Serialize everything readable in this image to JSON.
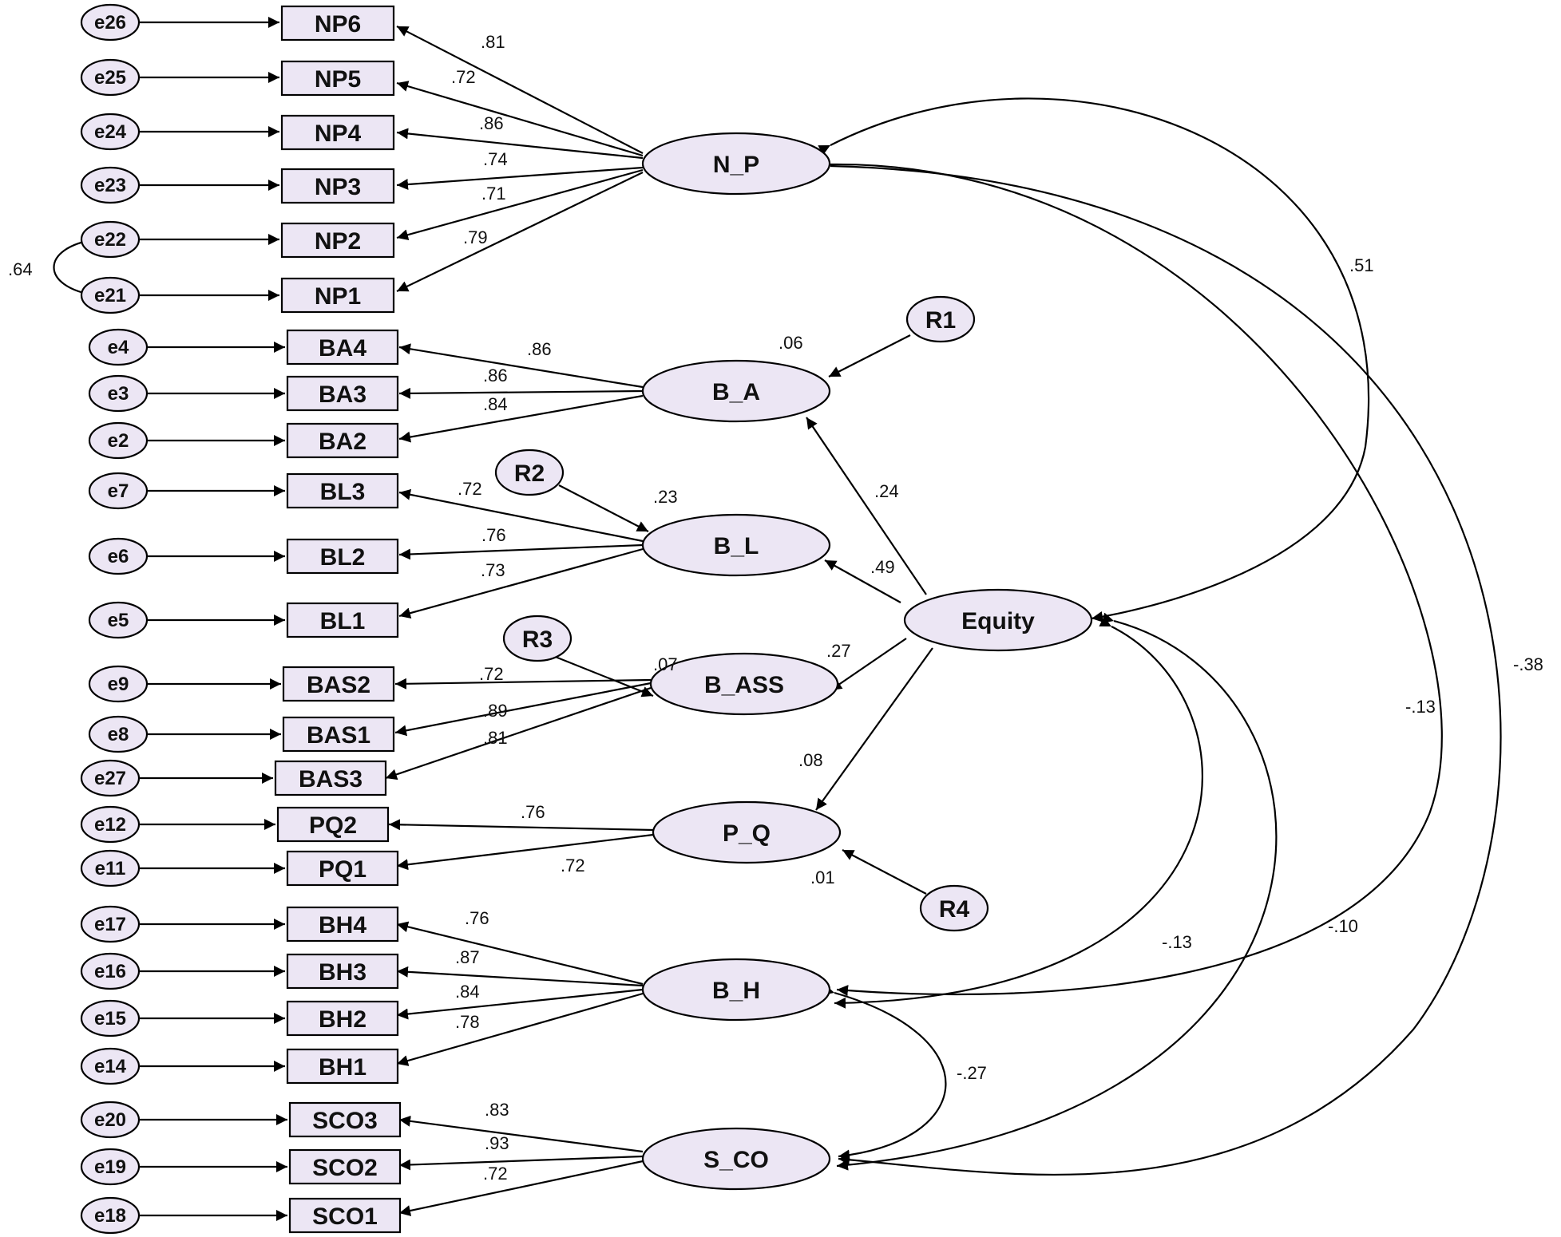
{
  "colors": {
    "node_fill": "#ece6f4",
    "stroke": "#000000",
    "background": "#ffffff"
  },
  "latents": {
    "np": "N_P",
    "ba": "B_A",
    "bl": "B_L",
    "equity": "Equity",
    "bass": "B_ASS",
    "pq": "P_Q",
    "bh": "B_H",
    "sco": "S_CO"
  },
  "residuals": {
    "r1": "R1",
    "r2": "R2",
    "r3": "R3",
    "r4": "R4"
  },
  "indicators": {
    "np6": "NP6",
    "np5": "NP5",
    "np4": "NP4",
    "np3": "NP3",
    "np2": "NP2",
    "np1": "NP1",
    "ba4": "BA4",
    "ba3": "BA3",
    "ba2": "BA2",
    "bl3": "BL3",
    "bl2": "BL2",
    "bl1": "BL1",
    "bas2": "BAS2",
    "bas1": "BAS1",
    "bas3": "BAS3",
    "pq2": "PQ2",
    "pq1": "PQ1",
    "bh4": "BH4",
    "bh3": "BH3",
    "bh2": "BH2",
    "bh1": "BH1",
    "sco3": "SCO3",
    "sco2": "SCO2",
    "sco1": "SCO1"
  },
  "errors": {
    "e26": "e26",
    "e25": "e25",
    "e24": "e24",
    "e23": "e23",
    "e22": "e22",
    "e21": "e21",
    "e4": "e4",
    "e3": "e3",
    "e2": "e2",
    "e7": "e7",
    "e6": "e6",
    "e5": "e5",
    "e9": "e9",
    "e8": "e8",
    "e27": "e27",
    "e12": "e12",
    "e11": "e11",
    "e17": "e17",
    "e16": "e16",
    "e15": "e15",
    "e14": "e14",
    "e20": "e20",
    "e19": "e19",
    "e18": "e18"
  },
  "loadings": {
    "np6": ".81",
    "np5": ".72",
    "np4": ".86",
    "np3": ".74",
    "np2": ".71",
    "np1": ".79",
    "ba4": ".86",
    "ba3": ".86",
    "ba2": ".84",
    "bl3": ".72",
    "bl2": ".76",
    "bl1": ".73",
    "bas2": ".72",
    "bas1": ".89",
    "bas3": ".81",
    "pq2": ".76",
    "pq1": ".72",
    "bh4": ".76",
    "bh3": ".87",
    "bh2": ".84",
    "bh1": ".78",
    "sco3": ".83",
    "sco2": ".93",
    "sco1": ".72"
  },
  "paths": {
    "ba": ".24",
    "bl": ".49",
    "bass": ".27",
    "pq": ".08"
  },
  "r_squared": {
    "ba": ".06",
    "bl": ".23",
    "bass": ".07",
    "pq": ".01"
  },
  "covariances": {
    "e21_e22": ".64",
    "np_equity": ".51",
    "np_sco": "-.38",
    "np_bh": "-.13",
    "equity_bh": "-.13",
    "equity_sco": "-.10",
    "bh_sco": "-.27"
  }
}
